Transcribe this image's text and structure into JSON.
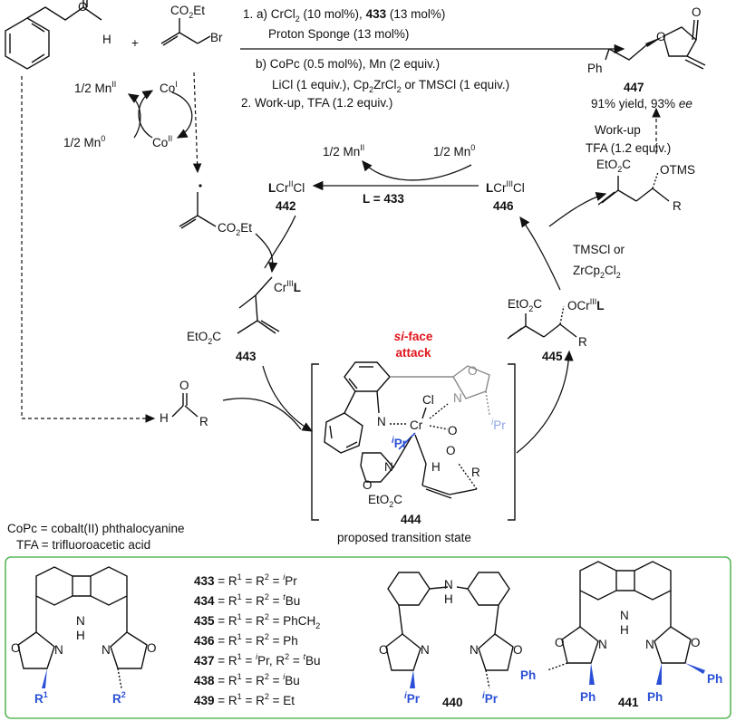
{
  "cond": {
    "step1a": "1. a) CrCl",
    "step1a_b": "2",
    "step1a_c": " (10 mol%), ",
    "ligand": "433",
    "step1a_d": " (13 mol%)",
    "sponge": "Proton Sponge (13 mol%)",
    "step1b": "b) CoPc (0.5 mol%), Mn (2 equiv.)",
    "step1b2_a": "LiCl (1 equiv.), Cp",
    "step1b2_b": "2",
    "step1b2_c": "ZrCl",
    "step1b2_d": "2",
    "step1b2_e": " or TMSCl (1 equiv.)",
    "step2": "2. Work-up, TFA (1.2 equiv.)"
  },
  "product": {
    "id": "447",
    "yield": "91% yield, 93% ",
    "ee": "ee",
    "ph": "Ph",
    "o": "O"
  },
  "workup": {
    "line1": "Work-up",
    "line2": "TFA (1.2 equiv.)"
  },
  "cycle_labels": {
    "half_mn2": "1/2 Mn",
    "half_mn0": "1/2 Mn",
    "l_eq": "L = 433",
    "tmscl": "TMSCl or",
    "zr": "ZrCp",
    "zr2": "Cl",
    "si_face": "si",
    "face": "-face",
    "attack": "attack",
    "ts_id": "444",
    "ts_label": "proposed transition state"
  },
  "ids": {
    "c442": "442",
    "c443": "443",
    "c445": "445",
    "c446": "446"
  },
  "legend_notes": {
    "copc": "CoPc = cobalt(II) phthalocyanine",
    "tfa": "TFA = trifluoroacetic acid"
  },
  "ligands": [
    {
      "id": "433",
      "def": " = R",
      "r": "1",
      "mid": " = R",
      "r2": "2",
      "end": " = ",
      "sub": "i",
      "val": "Pr"
    },
    {
      "id": "434",
      "def": " = R",
      "r": "1",
      "mid": " = R",
      "r2": "2",
      "end": " = ",
      "sub": "t",
      "val": "Bu"
    },
    {
      "id": "435",
      "def": " = R",
      "r": "1",
      "mid": " = R",
      "r2": "2",
      "end": " = PhCH",
      "sub": "",
      "val": "2"
    },
    {
      "id": "436",
      "def": " = R",
      "r": "1",
      "mid": " = R",
      "r2": "2",
      "end": " = Ph",
      "sub": "",
      "val": ""
    },
    {
      "id": "437",
      "def": " = R",
      "r": "1",
      "mid": " = ",
      "r2": "",
      "end": "",
      "sub": "i",
      "val": "Pr, R"
    },
    {
      "id": "438",
      "def": " = R",
      "r": "1",
      "mid": " = R",
      "r2": "2",
      "end": " = ",
      "sub": "i",
      "val": "Bu"
    },
    {
      "id": "439",
      "def": " = R",
      "r": "1",
      "mid": " = R",
      "r2": "2",
      "end": " = Et",
      "sub": "",
      "val": ""
    }
  ],
  "struct_ids": {
    "l440": "440",
    "l441": "441"
  },
  "atoms": {
    "N": "N",
    "O": "O",
    "H": "H",
    "Ph": "Ph",
    "R": "R",
    "Cl": "Cl",
    "Cr": "Cr",
    "Br": "Br",
    "CO2Et": "CO",
    "EtO2C": "EtO",
    "iPr": "Pr",
    "OTMS": "OTMS"
  },
  "colors": {
    "accent_blue": "#2a4fd6",
    "red": "#e0151b",
    "box_green": "#5cb85c"
  }
}
